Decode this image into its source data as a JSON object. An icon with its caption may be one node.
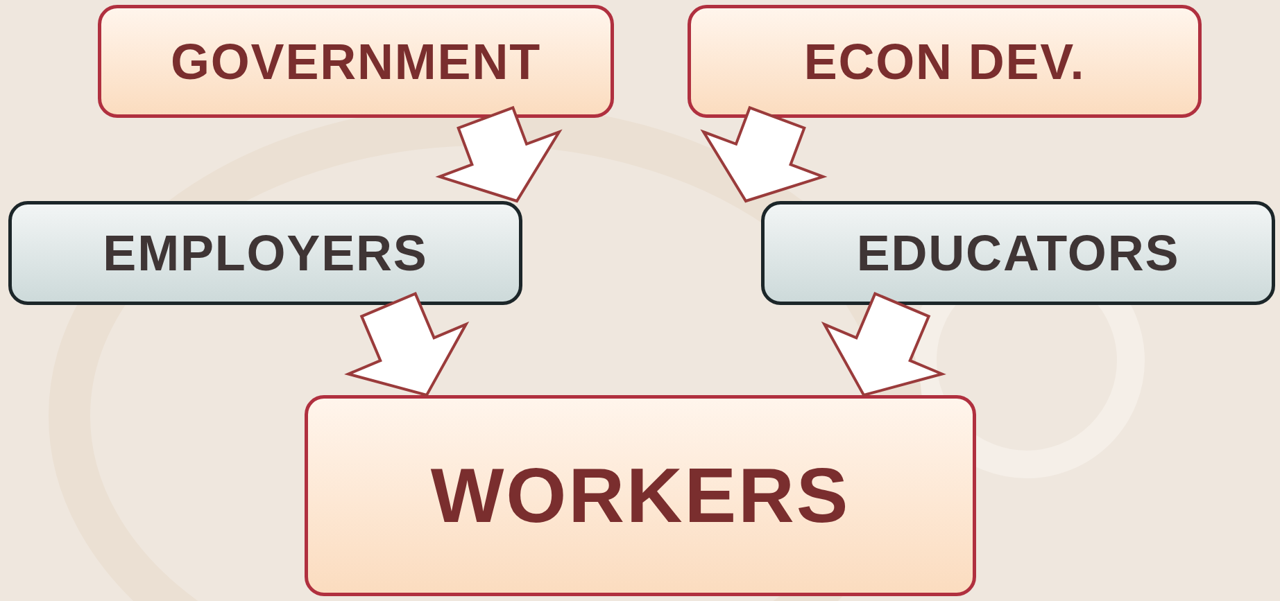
{
  "diagram": {
    "nodes": [
      {
        "text": [
          "GOVERNMENT"
        ]
      },
      {
        "text": [
          "ECON DEV."
        ]
      },
      {
        "text": [
          "EMPLOYERS"
        ]
      },
      {
        "text": [
          "EDUCATORS"
        ]
      },
      {
        "text": [
          "WORKERS"
        ]
      }
    ],
    "edges": [
      {
        "from": 0,
        "to": 2,
        "arrow": "to"
      },
      {
        "from": 1,
        "to": 3,
        "arrow": "to"
      },
      {
        "from": 2,
        "to": 4,
        "arrow": "to"
      },
      {
        "from": 3,
        "to": 4,
        "arrow": "to"
      }
    ]
  }
}
